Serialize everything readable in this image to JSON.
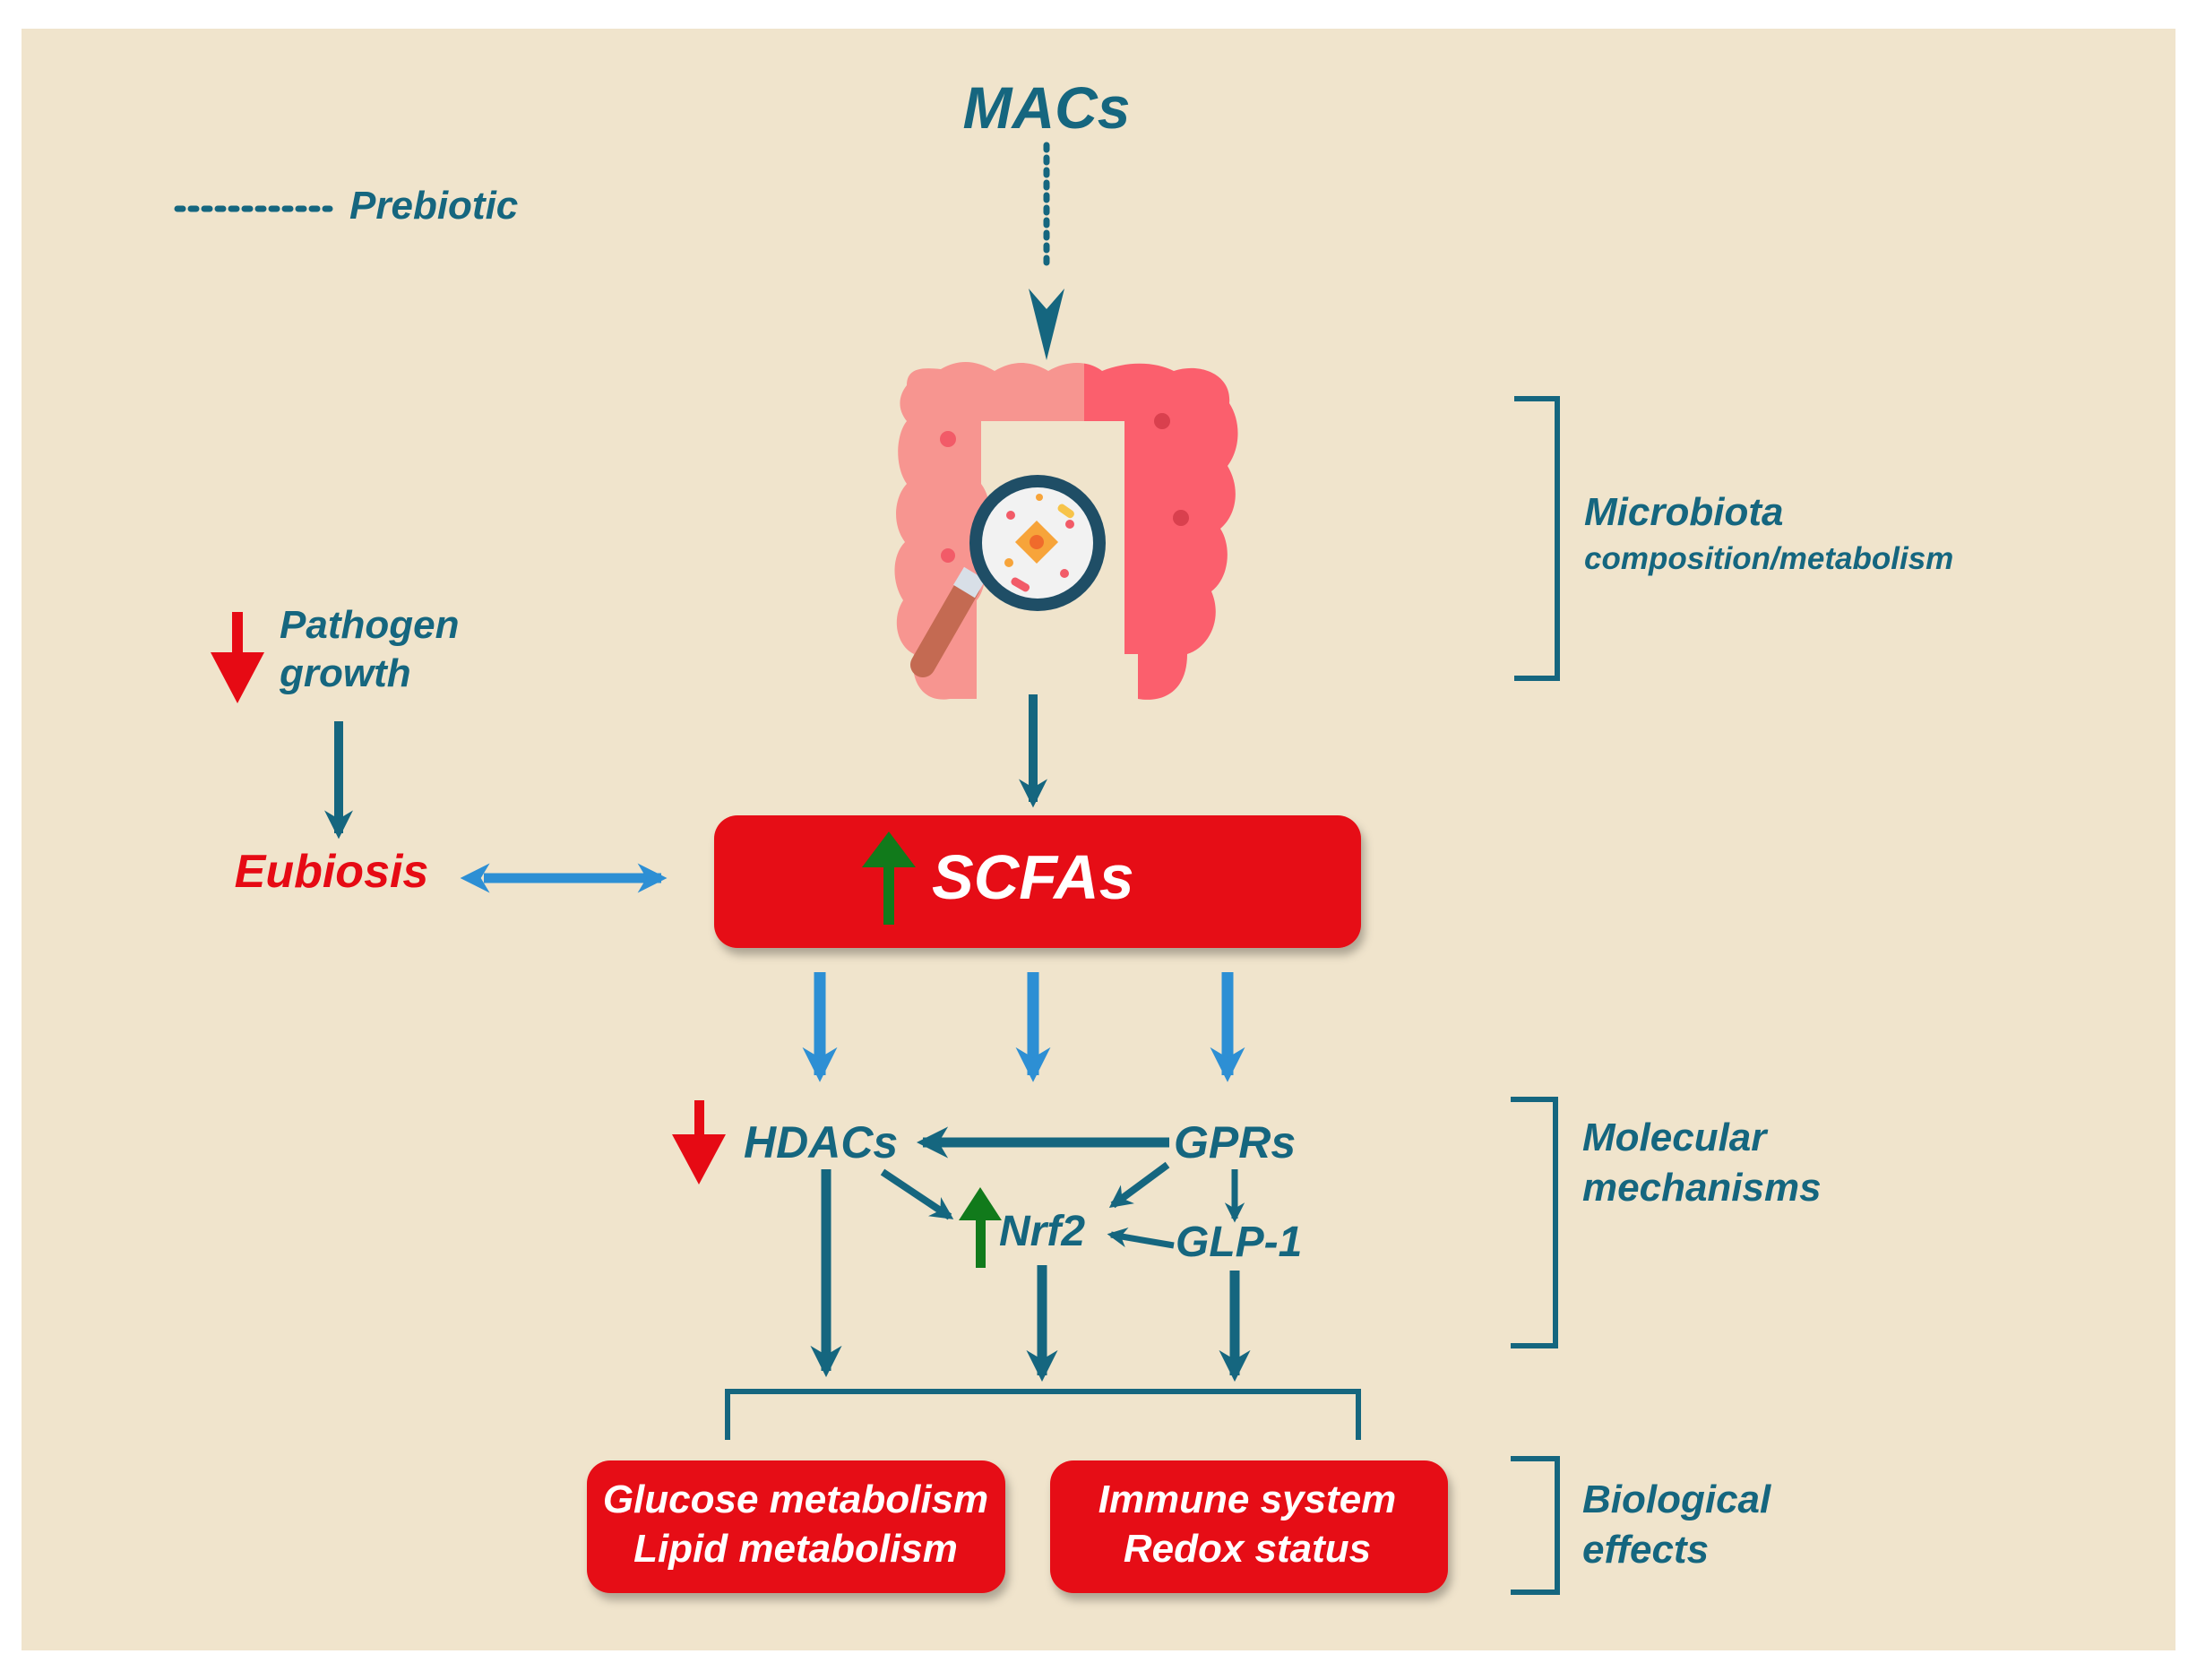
{
  "colors": {
    "background": "#f0e4cc",
    "teal": "#15667f",
    "blue": "#2d8fd4",
    "red": "#e60a14",
    "green": "#117a1b",
    "white": "#ffffff"
  },
  "legend": {
    "prebiotic_label": "Prebiotic"
  },
  "top": {
    "macs": "MACs"
  },
  "sections": {
    "microbiota_line1": "Microbiota",
    "microbiota_line2": "composition/metabolism",
    "molecular_line1": "Molecular",
    "molecular_line2": "mechanisms",
    "biological_line1": "Biological",
    "biological_line2": "effects"
  },
  "left": {
    "pathogen_line1": "Pathogen",
    "pathogen_line2": "growth",
    "eubiosis": "Eubiosis"
  },
  "center": {
    "scfas": "SCFAs"
  },
  "mechanisms": {
    "hdacs": "HDACs",
    "gprs": "GPRs",
    "nrf2": "Nrf2",
    "glp1": "GLP-1"
  },
  "effects": {
    "box1_line1": "Glucose metabolism",
    "box1_line2": "Lipid metabolism",
    "box2_line1": "Immune system",
    "box2_line2": "Redox status"
  },
  "icons": {
    "gut": "intestine-microbiota-icon",
    "magnifier": "magnifying-glass-icon",
    "increase": "up-arrow-icon",
    "decrease": "down-arrow-icon"
  }
}
